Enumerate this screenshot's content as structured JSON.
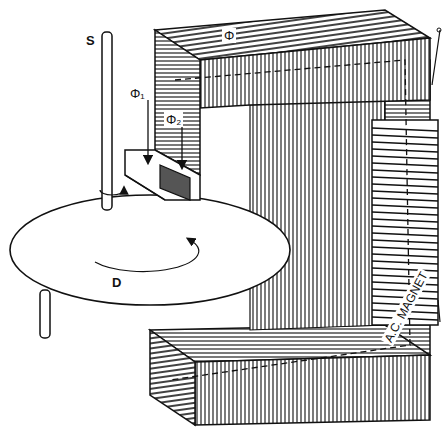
{
  "diagram": {
    "labels": [
      "S",
      "Φ",
      "Φ₁",
      "Φ₂",
      "D",
      "A.C. MAGNET"
    ]
  }
}
